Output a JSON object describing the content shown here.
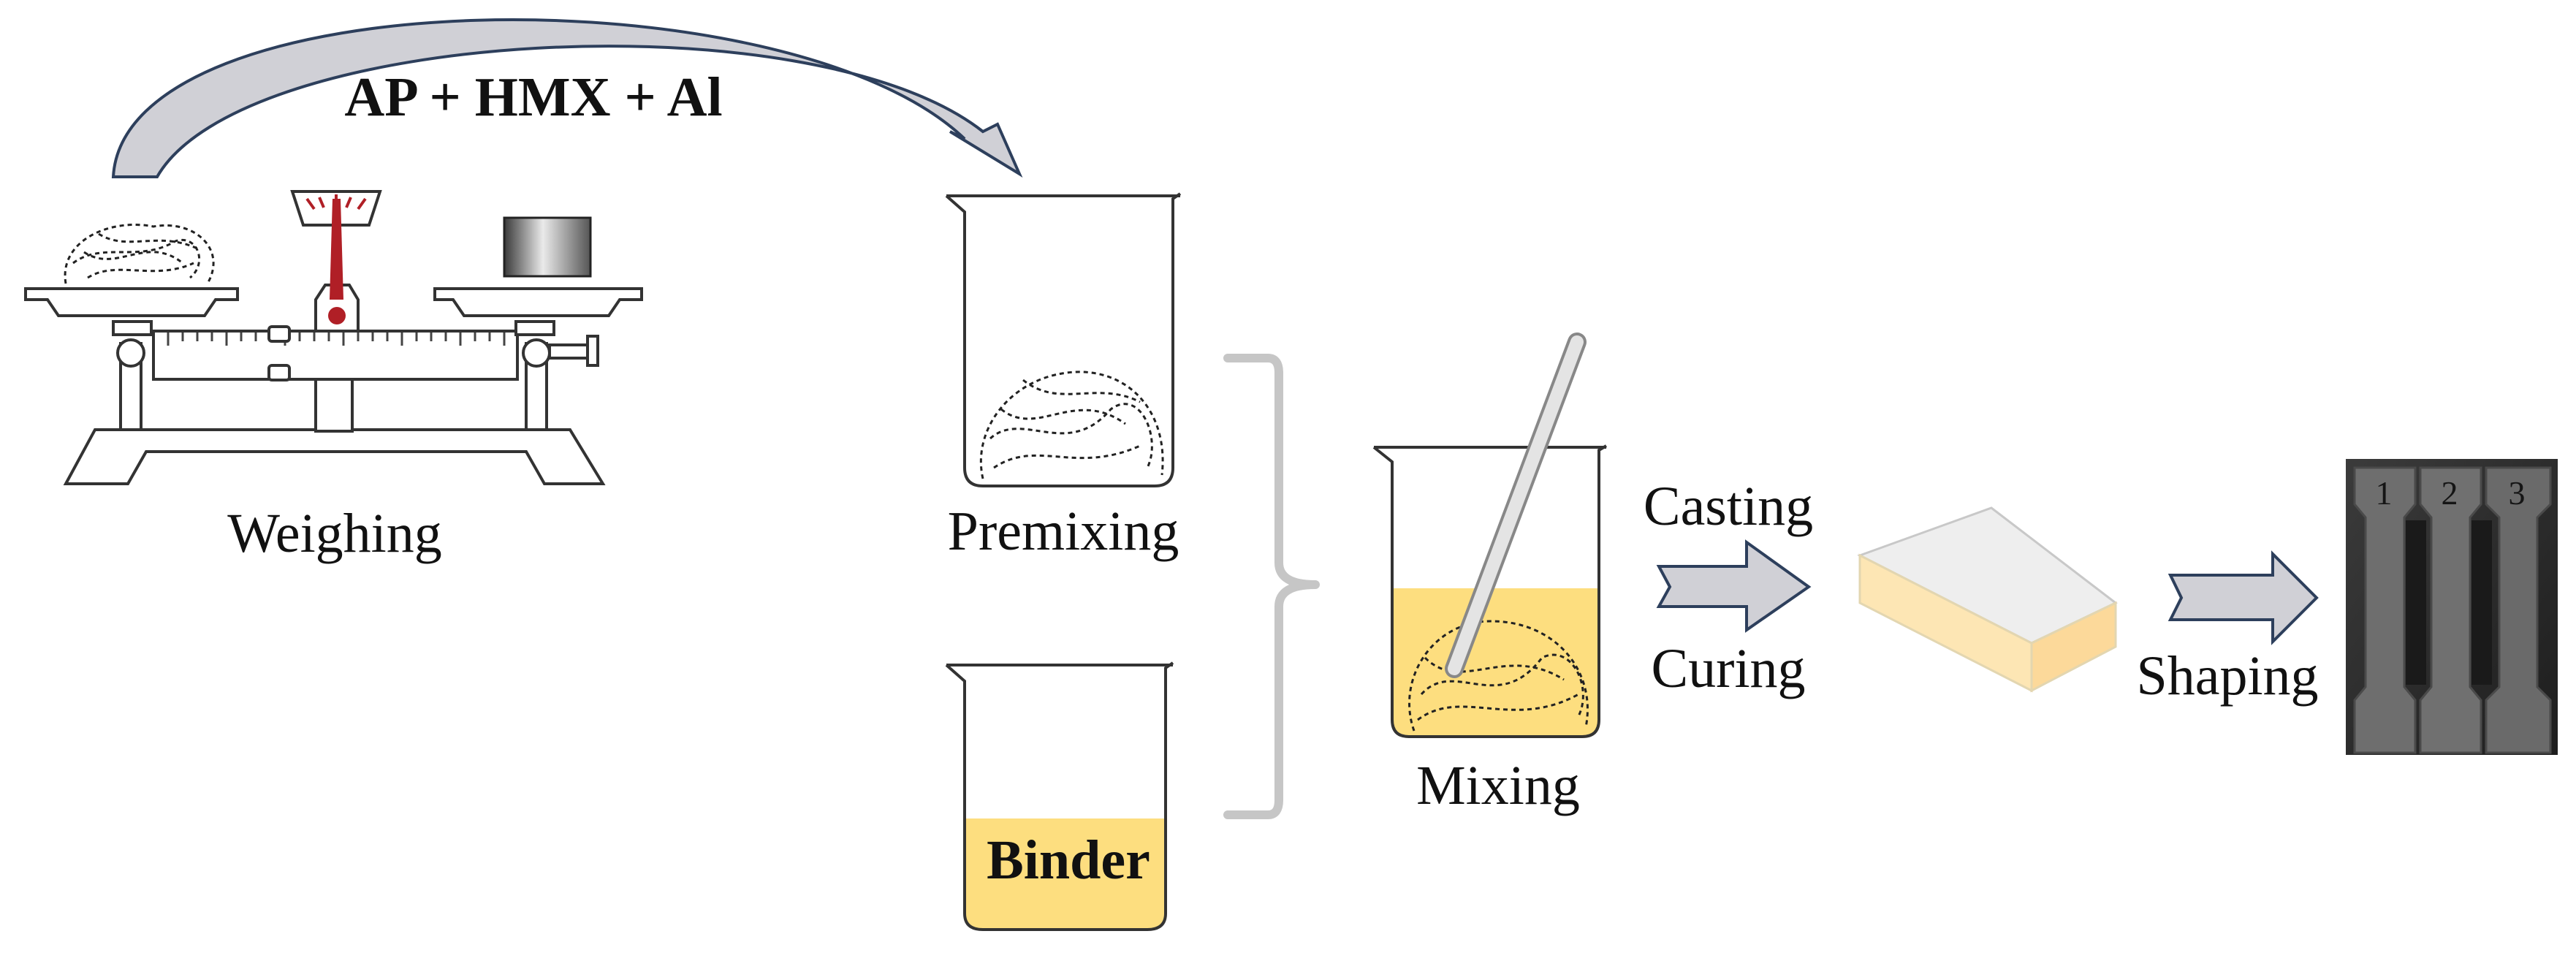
{
  "labels": {
    "materials": "AP + HMX + Al",
    "weighing": "Weighing",
    "premixing": "Premixing",
    "binder": "Binder",
    "mixing": "Mixing",
    "casting": "Casting",
    "curing": "Curing",
    "shaping": "Shaping"
  },
  "photo": {
    "specimen_numbers": [
      "1",
      "2",
      "3"
    ]
  },
  "colors": {
    "binder": "#fdde7f",
    "arrow_fill": "#d0d0d6",
    "arrow_stroke": "#2d3f5c",
    "balance_pointer": "#b01f26",
    "brace": "#c6c6c6",
    "block_top": "#eeeeee",
    "block_side": "#fcdfa2"
  }
}
